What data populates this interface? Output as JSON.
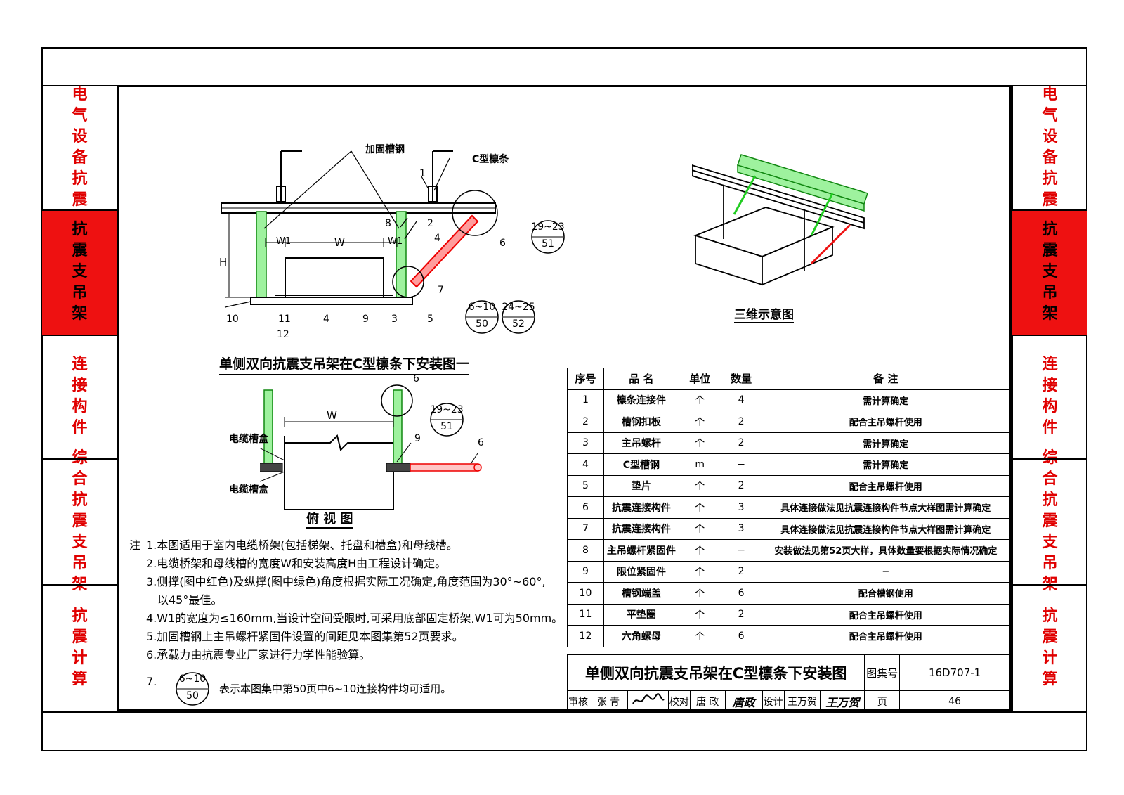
{
  "side_tabs_left": [
    {
      "label": "电气设备抗震",
      "active": false
    },
    {
      "label": "抗震支吊架",
      "active": true
    },
    {
      "label": "连接构件",
      "active": false
    },
    {
      "label": "综合抗震支吊架",
      "active": false
    },
    {
      "label": "抗震计算",
      "active": false
    }
  ],
  "side_tabs_right": [
    {
      "label": "电气设备抗震",
      "active": false
    },
    {
      "label": "抗震支吊架",
      "active": true
    },
    {
      "label": "连接构件",
      "active": false
    },
    {
      "label": "综合抗震支吊架",
      "active": false
    },
    {
      "label": "抗震计算",
      "active": false
    }
  ],
  "colors": {
    "tab_text": "#e00000",
    "tab_active_bg": "#ee1111",
    "green_brace": "#22cc22",
    "red_brace": "#ee1111"
  },
  "diagram1": {
    "title": "单侧双向抗震支吊架在C型檩条下安装图一",
    "label_channel": "加固槽钢",
    "label_purlin": "C型檩条",
    "label_H": "H",
    "label_W": "W",
    "label_W1": "W1",
    "num_1": "1",
    "num_2": "2",
    "num_3": "3",
    "num_4": "4",
    "num_5": "5",
    "num_6": "6",
    "num_7": "7",
    "num_8": "8",
    "num_9": "9",
    "num_10": "10",
    "num_11": "11",
    "num_12": "12",
    "ref_a_top": "19~23",
    "ref_a_bot": "51",
    "ref_b_top": "6~10",
    "ref_b_bot": "50",
    "ref_c_top": "24~25",
    "ref_c_bot": "52"
  },
  "diagram3d": {
    "title": "三维示意图"
  },
  "plan": {
    "title": "俯 视 图",
    "label_W": "W",
    "label_tray_1": "电缆槽盒",
    "label_tray_2": "电缆槽盒",
    "num_6a": "6",
    "num_9": "9",
    "num_6b": "6",
    "ref_top": "19~23",
    "ref_bot": "51"
  },
  "notes": {
    "prefix": "注",
    "n1": "1.本图适用于室内电缆桥架(包括梯架、托盘和槽盒)和母线槽。",
    "n2": "2.电缆桥架和母线槽的宽度W和安装高度H由工程设计确定。",
    "n3": "3.侧撑(图中红色)及纵撑(图中绿色)角度根据实际工况确定,角度范围为30°~60°,",
    "n3b": "以45°最佳。",
    "n4": "4.W1的宽度为≤160mm,当设计空间受限时,可采用底部固定桥架,W1可为50mm。",
    "n5": "5.加固槽钢上主吊螺杆紧固件设置的间距见本图集第52页要求。",
    "n6": "6.承载力由抗震专业厂家进行力学性能验算。",
    "n7_num": "7.",
    "n7_ref_top": "6~10",
    "n7_ref_bot": "50",
    "n7_text": "表示本图集中第50页中6~10连接构件均可适用。"
  },
  "parts_table": {
    "headers": [
      "序号",
      "品 名",
      "单位",
      "数量",
      "备  注"
    ],
    "rows": [
      [
        "1",
        "檩条连接件",
        "个",
        "4",
        "需计算确定"
      ],
      [
        "2",
        "槽钢扣板",
        "个",
        "2",
        "配合主吊螺杆使用"
      ],
      [
        "3",
        "主吊螺杆",
        "个",
        "2",
        "需计算确定"
      ],
      [
        "4",
        "C型槽钢",
        "m",
        "−",
        "需计算确定"
      ],
      [
        "5",
        "垫片",
        "个",
        "2",
        "配合主吊螺杆使用"
      ],
      [
        "6",
        "抗震连接构件",
        "个",
        "3",
        "具体连接做法见抗震连接构件节点大样图需计算确定"
      ],
      [
        "7",
        "抗震连接构件",
        "个",
        "3",
        "具体连接做法见抗震连接构件节点大样图需计算确定"
      ],
      [
        "8",
        "主吊螺杆紧固件",
        "个",
        "−",
        "安装做法见第52页大样，具体数量要根据实际情况确定"
      ],
      [
        "9",
        "限位紧固件",
        "个",
        "2",
        "−"
      ],
      [
        "10",
        "槽钢端盖",
        "个",
        "6",
        "配合槽钢使用"
      ],
      [
        "11",
        "平垫圈",
        "个",
        "2",
        "配合主吊螺杆使用"
      ],
      [
        "12",
        "六角螺母",
        "个",
        "6",
        "配合主吊螺杆使用"
      ]
    ]
  },
  "title_block": {
    "title": "单侧双向抗震支吊架在C型檩条下安装图",
    "atlas_label": "图集号",
    "atlas_no": "16D707-1",
    "review_label": "审核",
    "reviewer": "张 青",
    "check_label": "校对",
    "checker": "唐 政",
    "checker_sign": "唐政",
    "design_label": "设计",
    "designer": "王万贺",
    "designer_sign": "王万贺",
    "page_label": "页",
    "page_no": "46"
  }
}
